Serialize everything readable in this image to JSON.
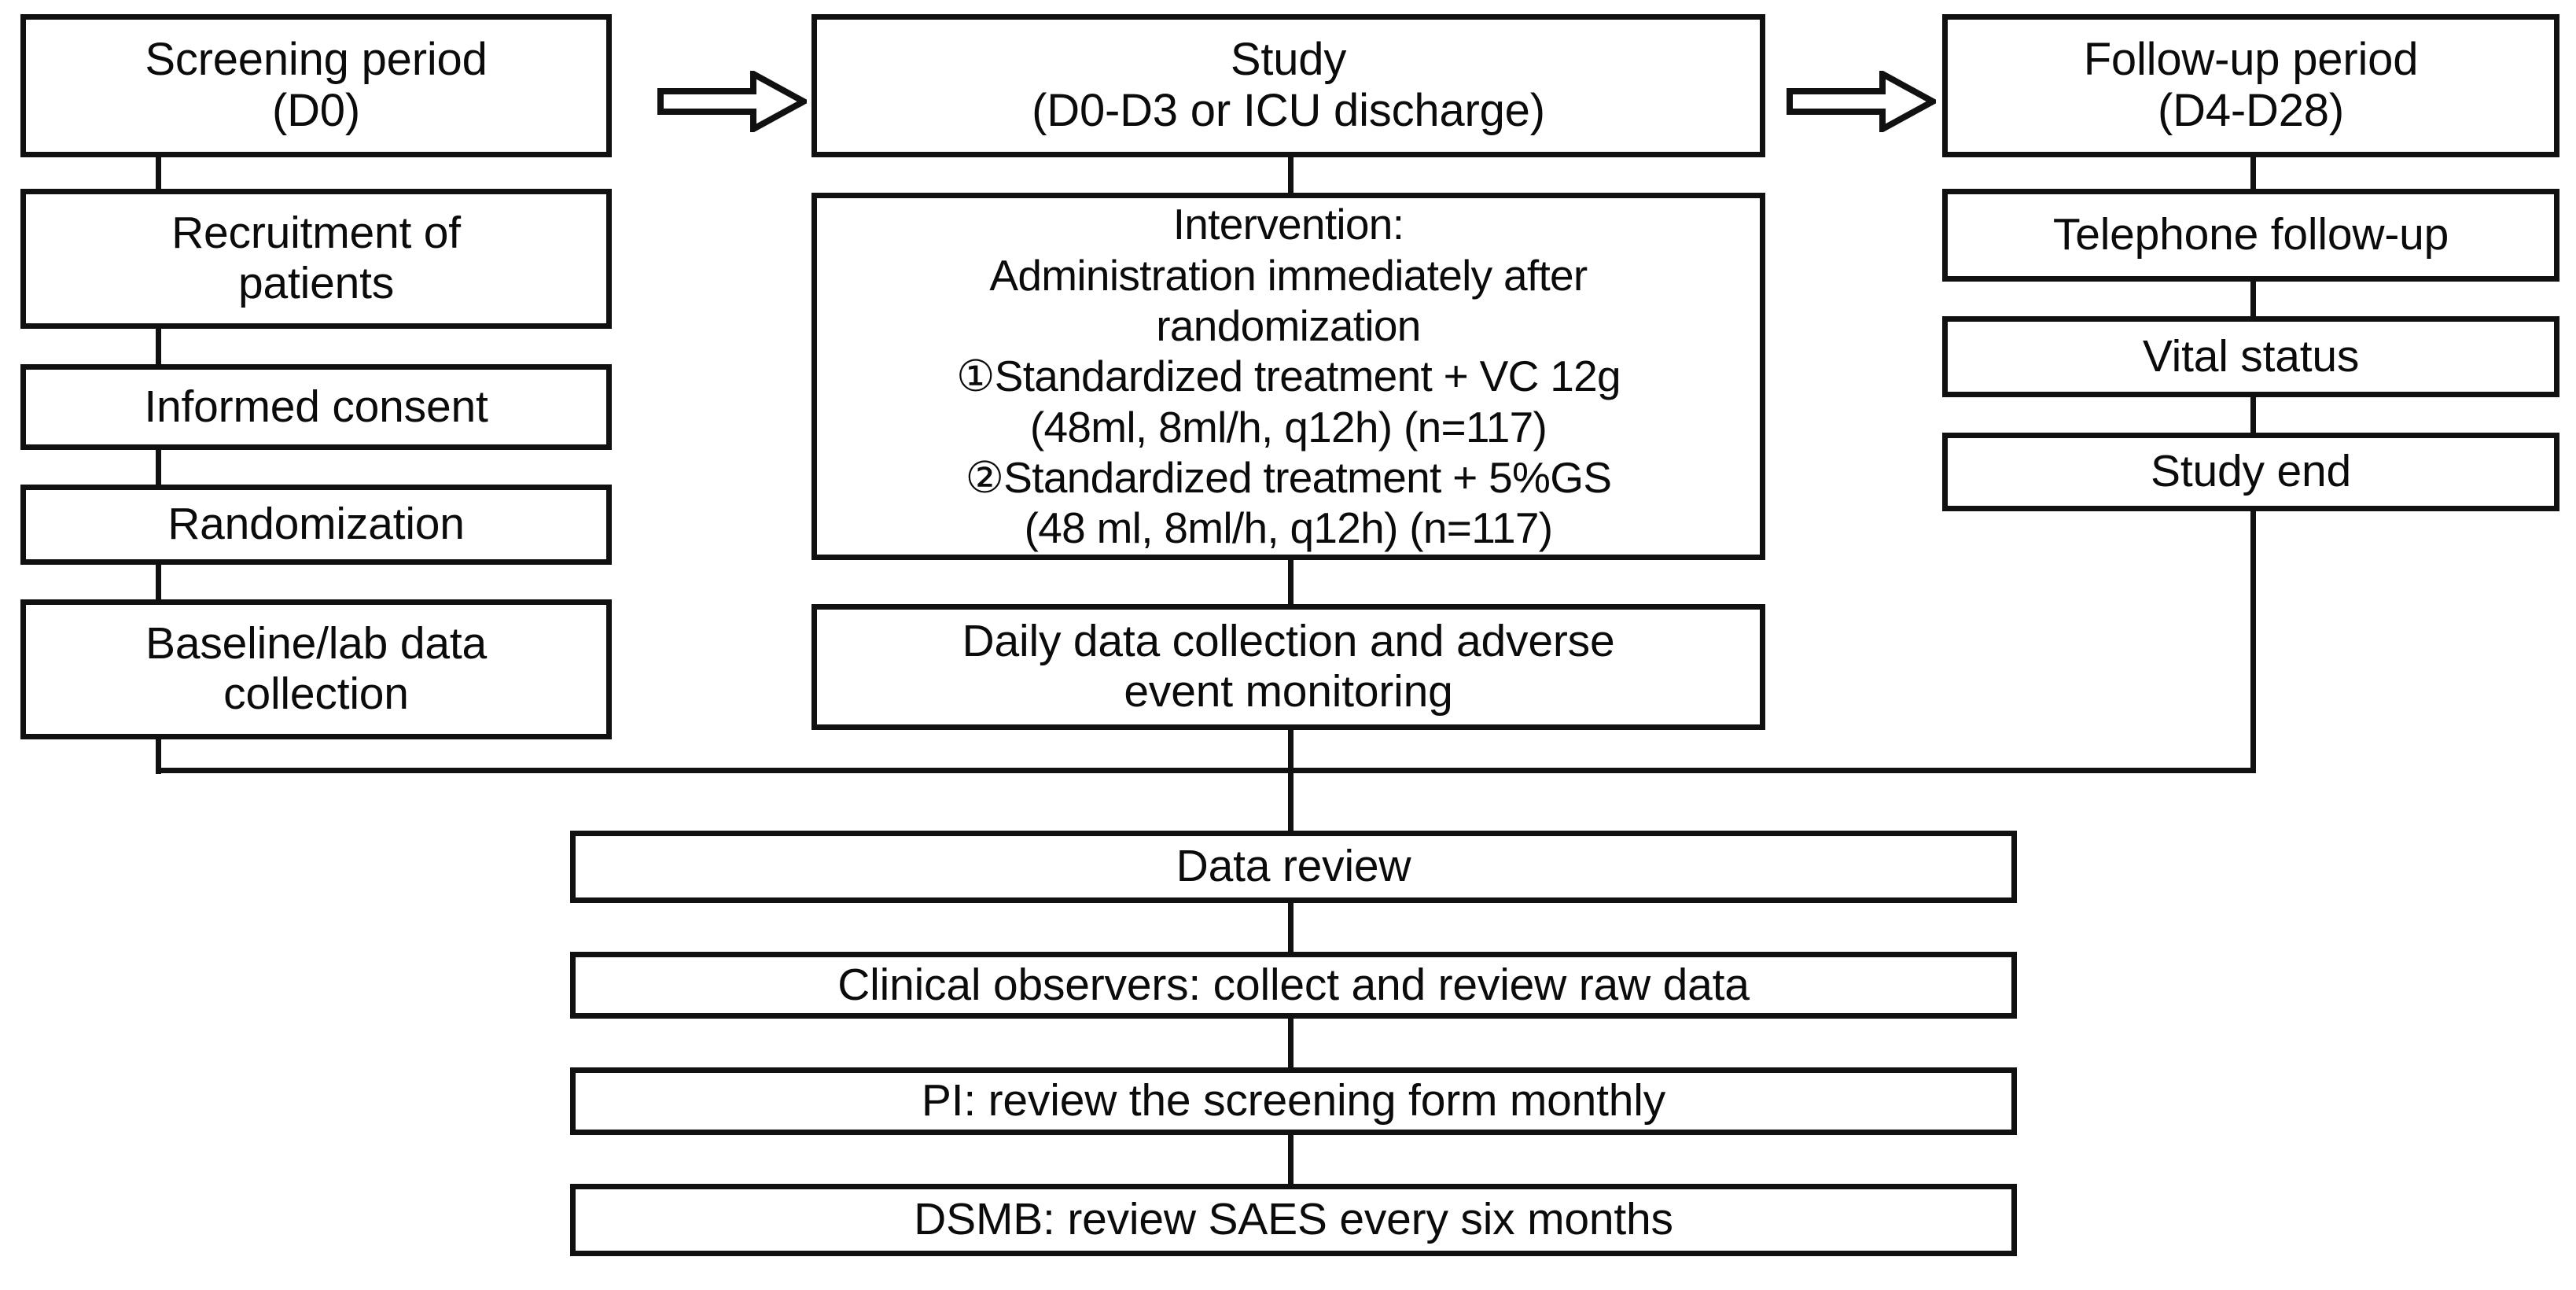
{
  "diagram": {
    "title": "Clinical trial study flow diagram",
    "background_color": "#ffffff",
    "line_color": "#111111",
    "text_color": "#0b0b0b"
  },
  "columns": {
    "screening": {
      "header": "Screening period\n(D0)",
      "steps": [
        "Recruitment of\npatients",
        "Informed consent",
        "Randomization",
        "Baseline/lab data\ncollection"
      ]
    },
    "study": {
      "header": "Study\n(D0-D3 or ICU discharge)",
      "intervention": "Intervention:\nAdministration immediately after\nrandomization\n①Standardized treatment + VC 12g\n(48ml, 8ml/h, q12h) (n=117)\n②Standardized treatment + 5%GS\n(48 ml, 8ml/h, q12h) (n=117)",
      "monitoring": "Daily data collection and adverse\nevent monitoring"
    },
    "followup": {
      "header": "Follow-up period\n(D4-D28)",
      "steps": [
        "Telephone follow-up",
        "Vital status",
        "Study end"
      ]
    }
  },
  "bottom_chain": [
    "Data review",
    "Clinical observers: collect and review raw data",
    "PI: review the screening form monthly",
    "DSMB: review SAES every six months"
  ],
  "arrows": {
    "screening_to_study": "block-arrow-right",
    "study_to_followup": "block-arrow-right"
  }
}
